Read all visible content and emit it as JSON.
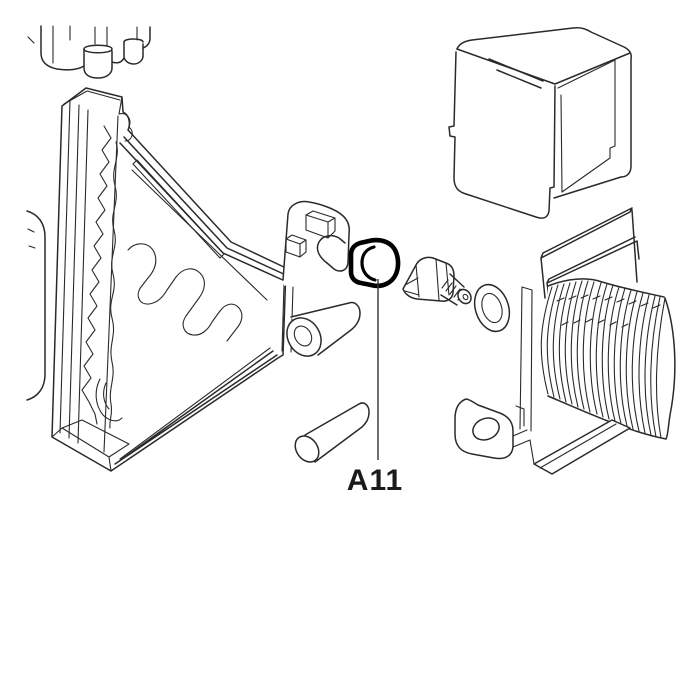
{
  "colors": {
    "background": "#ffffff",
    "line": "#2a2a2a",
    "highlight": "#000000",
    "label": "#1a1a1a"
  },
  "callout": {
    "label": "A11",
    "highlighted_part": "bushing-a11"
  },
  "parts": [
    {
      "id": "upper-housing-fragment",
      "name": "housing fragment (clipped at top)"
    },
    {
      "id": "drum-fragment",
      "name": "drum edge fragment (left)"
    },
    {
      "id": "support-bracket",
      "name": "serrated triangular support bracket"
    },
    {
      "id": "latch-clip",
      "name": "latch clip on bracket arm"
    },
    {
      "id": "roller-sleeve",
      "name": "short roller sleeve"
    },
    {
      "id": "pivot-pin",
      "name": "pivot pin"
    },
    {
      "id": "bushing-a11",
      "name": "highlighted bushing cap",
      "highlighted": true
    },
    {
      "id": "nozzle-fitting",
      "name": "threaded nozzle fitting"
    },
    {
      "id": "washer",
      "name": "washer"
    },
    {
      "id": "cover-clip",
      "name": "u-shaped cover clip"
    },
    {
      "id": "hose-bracket-assembly",
      "name": "bracket with plates and corrugated hose"
    }
  ]
}
